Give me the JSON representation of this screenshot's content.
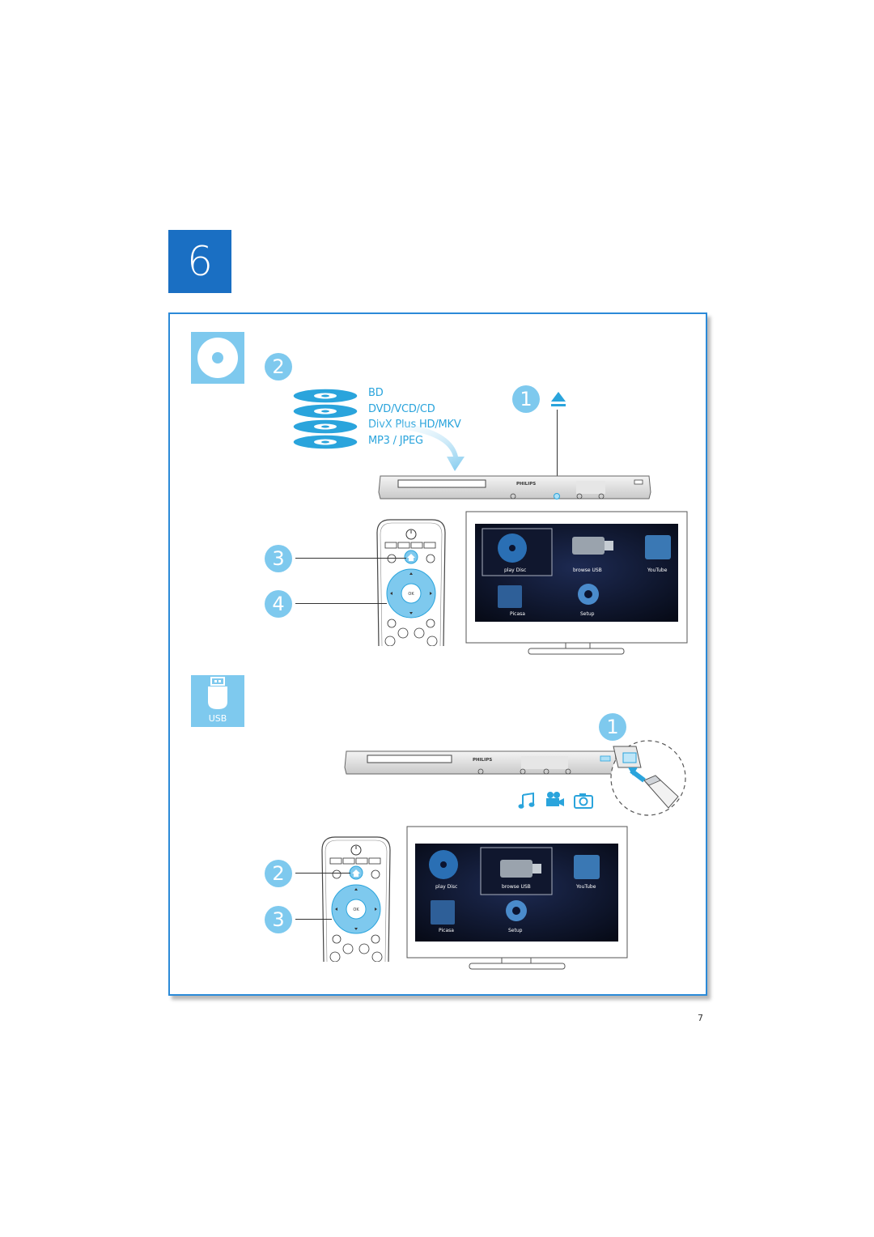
{
  "page": {
    "step_number": "6",
    "page_number": "7"
  },
  "disc_section": {
    "steps": {
      "load": "2",
      "eject": "1",
      "home": "3",
      "navigate": "4"
    },
    "disc_types": [
      "BD",
      "DVD/VCD/CD",
      "DivX Plus HD/MKV",
      "MP3 / JPEG"
    ]
  },
  "usb_section": {
    "icon_label": "USB",
    "steps": {
      "connect": "1",
      "home": "2",
      "navigate": "3"
    }
  },
  "player": {
    "brand": "PHILIPS"
  },
  "remote": {
    "ok_label": "OK"
  },
  "tv_menu": {
    "items": [
      "play Disc",
      "browse USB",
      "YouTube",
      "Picasa",
      "Setup"
    ]
  },
  "colors": {
    "accent_blue": "#1a6fc3",
    "light_blue": "#7ec9ee",
    "frame_blue": "#2b8ad8",
    "text_blue": "#2aa4dc"
  },
  "icons": [
    "disc-icon",
    "usb-icon",
    "eject-icon",
    "music-icon",
    "video-camera-icon",
    "photo-camera-icon",
    "home-icon"
  ]
}
